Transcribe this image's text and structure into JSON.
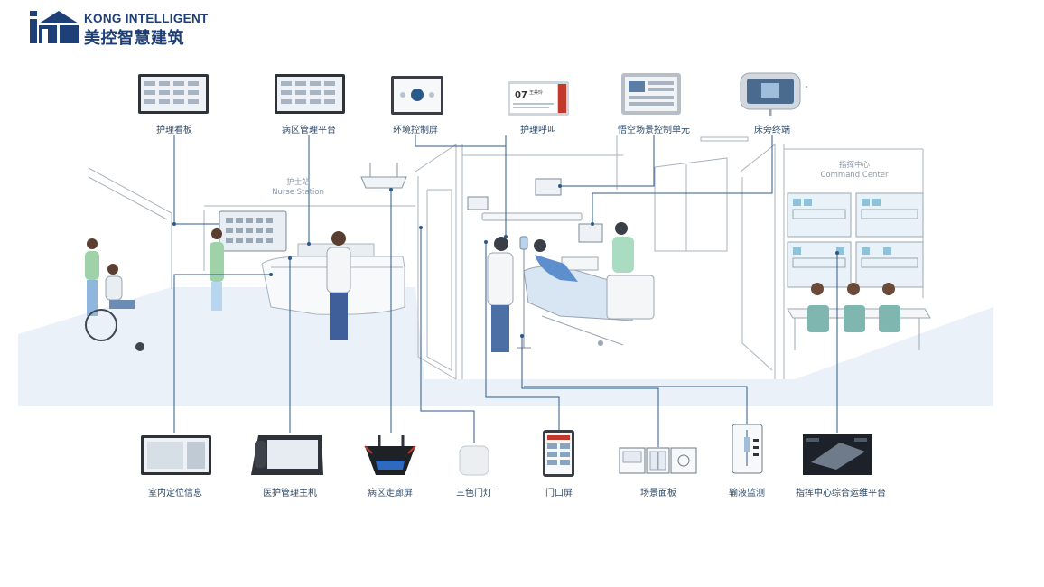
{
  "brand": {
    "en": "KONG INTELLIGENT",
    "cn": "美控智慧建筑"
  },
  "top_devices": [
    {
      "id": "nursing-board",
      "label": "护理看板"
    },
    {
      "id": "ward-platform",
      "label": "病区管理平台"
    },
    {
      "id": "env-screen",
      "label": "环境控制屏"
    },
    {
      "id": "nurse-call",
      "label": "护理呼叫"
    },
    {
      "id": "scene-unit",
      "label": "悟空场景控制单元"
    },
    {
      "id": "bedside-terminal",
      "label": "床旁终端"
    }
  ],
  "bottom_devices": [
    {
      "id": "indoor-positioning",
      "label": "室内定位信息"
    },
    {
      "id": "medical-host",
      "label": "医护管理主机"
    },
    {
      "id": "corridor-screen",
      "label": "病区走廊屏"
    },
    {
      "id": "tricolor-light",
      "label": "三色门灯"
    },
    {
      "id": "door-screen",
      "label": "门口屏"
    },
    {
      "id": "scene-panel",
      "label": "场景面板"
    },
    {
      "id": "infusion-monitor",
      "label": "输液监测"
    },
    {
      "id": "command-platform",
      "label": "指挥中心综合运维平台"
    }
  ],
  "areas": {
    "nurse_station_cn": "护士站",
    "nurse_station_en": "Nurse Station",
    "command_center_cn": "指挥中心",
    "command_center_en": "Command Center"
  },
  "call_screen": {
    "number": "07",
    "name": "王美玲"
  },
  "colors": {
    "brand": "#1f3f77",
    "line": "#2b5a8a",
    "outline": "#9aa6b2",
    "teal": "#7fb7b0",
    "floor": "#e6eef6"
  }
}
